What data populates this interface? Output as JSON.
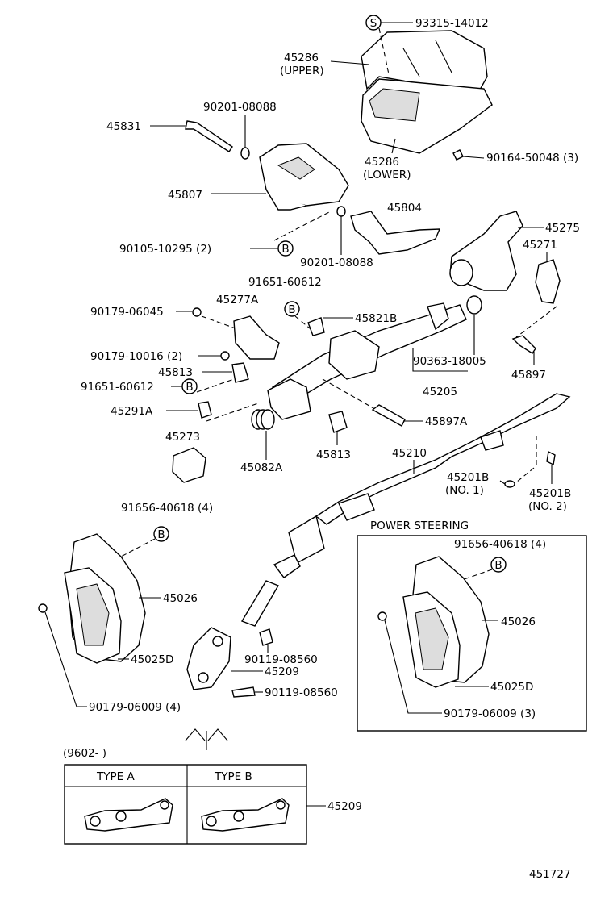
{
  "labels": {
    "p93315": "93315-14012",
    "p45286u": "45286",
    "p45286u_sub": "(UPPER)",
    "p45286l": "45286",
    "p45286l_sub": "(LOWER)",
    "p90164": "90164-50048 (3)",
    "p90201a": "90201-08088",
    "p45831": "45831",
    "p45807": "45807",
    "p45804": "45804",
    "p90105": "90105-10295 (2)",
    "p90201b": "90201-08088",
    "p45275": "45275",
    "p45271": "45271",
    "p91651a": "91651-60612",
    "p90179_06045": "90179-06045",
    "p45277A": "45277A",
    "p45821B": "45821B",
    "p90179_10016": "90179-10016 (2)",
    "p45813a": "45813",
    "p90363": "90363-18005",
    "p45897": "45897",
    "p91651b": "91651-60612",
    "p45205": "45205",
    "p45291A": "45291A",
    "p45897A": "45897A",
    "p45273": "45273",
    "p45082A": "45082A",
    "p45813b": "45813",
    "p45210": "45210",
    "p45201B1": "45201B",
    "p45201B1_sub": "(NO. 1)",
    "p45201B2": "45201B",
    "p45201B2_sub": "(NO. 2)",
    "p91656a": "91656-40618 (4)",
    "p45026a": "45026",
    "p45025Da": "45025D",
    "p90119a": "90119-08560",
    "p45209a": "45209",
    "p90119b": "90119-08560",
    "p90179_06009a": "90179-06009 (4)",
    "power_steering": "POWER STEERING",
    "p91656b": "91656-40618 (4)",
    "p45026b": "45026",
    "p45025Db": "45025D",
    "p90179_06009b": "90179-06009 (3)",
    "date_range": "(9602-      )",
    "type_a": "TYPE A",
    "type_b": "TYPE B",
    "p45209b": "45209",
    "diagram_no": "451727"
  },
  "markers": {
    "s": "S",
    "b": "B"
  }
}
